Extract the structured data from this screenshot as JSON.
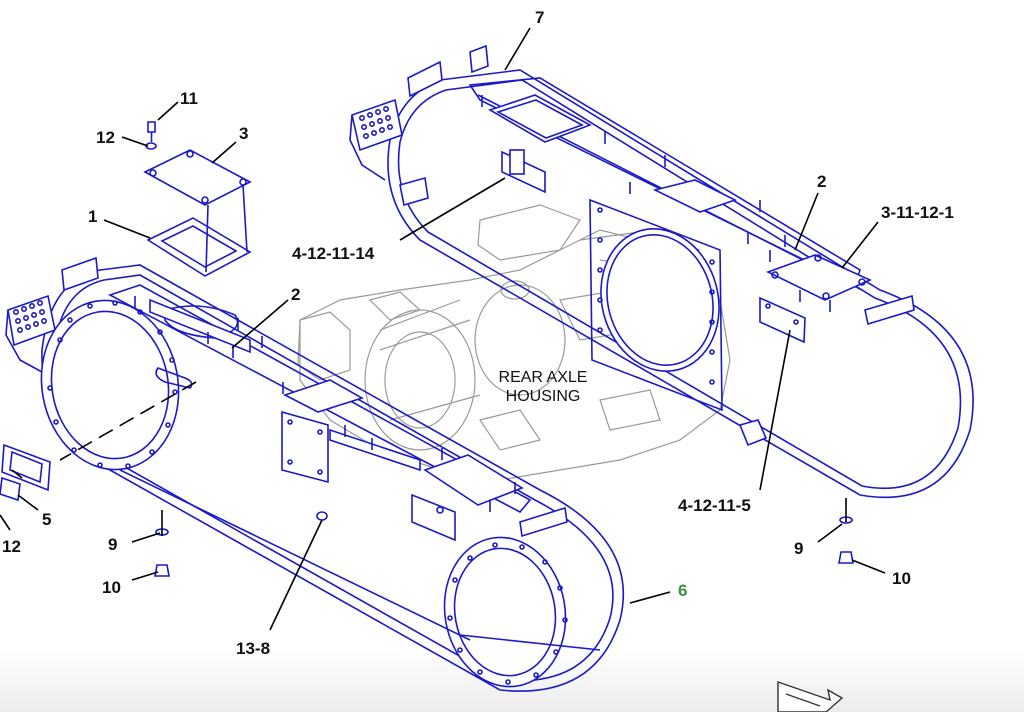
{
  "diagram": {
    "center_label_line1": "REAR AXLE",
    "center_label_line2": "HOUSING",
    "callouts": {
      "c7": "7",
      "c11": "11",
      "c12_top": "12",
      "c3": "3",
      "c1": "1",
      "c2_left": "2",
      "c2_right": "2",
      "c3_11_12_1": "3-11-12-1",
      "c4_12_11_14": "4-12-11-14",
      "c4_12_11_5": "4-12-11-5",
      "c5": "5",
      "c12_left": "12",
      "c9_left": "9",
      "c10_left": "10",
      "c9_right": "9",
      "c10_right": "10",
      "c6": "6",
      "c13_8": "13-8"
    },
    "colors": {
      "part_lines": "#1a1ac8",
      "housing_lines": "#9a9a9a",
      "callout_text": "#111111",
      "callout_6": "#3f8f3f"
    }
  }
}
